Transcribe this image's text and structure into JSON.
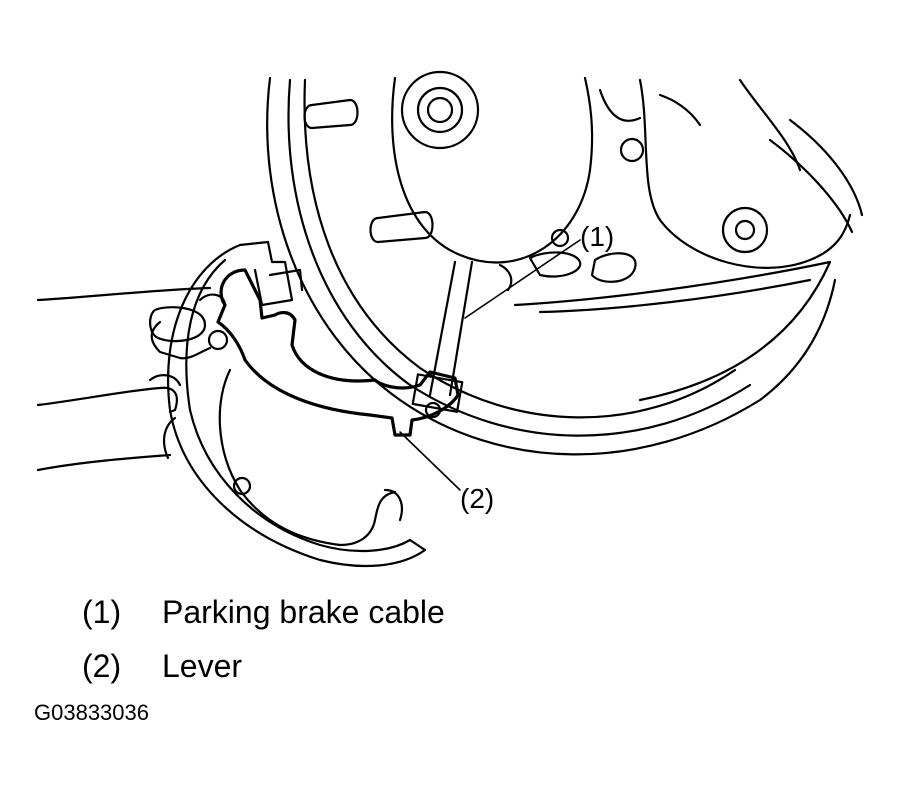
{
  "callouts": {
    "cable_marker": "(1)",
    "lever_marker": "(2)"
  },
  "legend": [
    {
      "number": "(1)",
      "label": "Parking brake cable"
    },
    {
      "number": "(2)",
      "label": "Lever"
    }
  ],
  "figure_code": "G03833036",
  "colors": {
    "line": "#000000",
    "background": "#ffffff"
  }
}
